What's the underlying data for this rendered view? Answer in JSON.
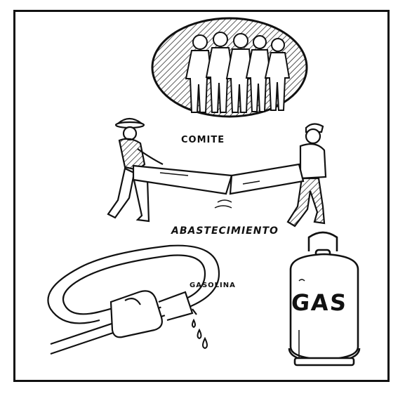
{
  "labels": {
    "committee": "COMITE",
    "supply": "ABASTECIMIENTO",
    "gasoline": "GASOLINA",
    "gas_tank": "GAS"
  }
}
